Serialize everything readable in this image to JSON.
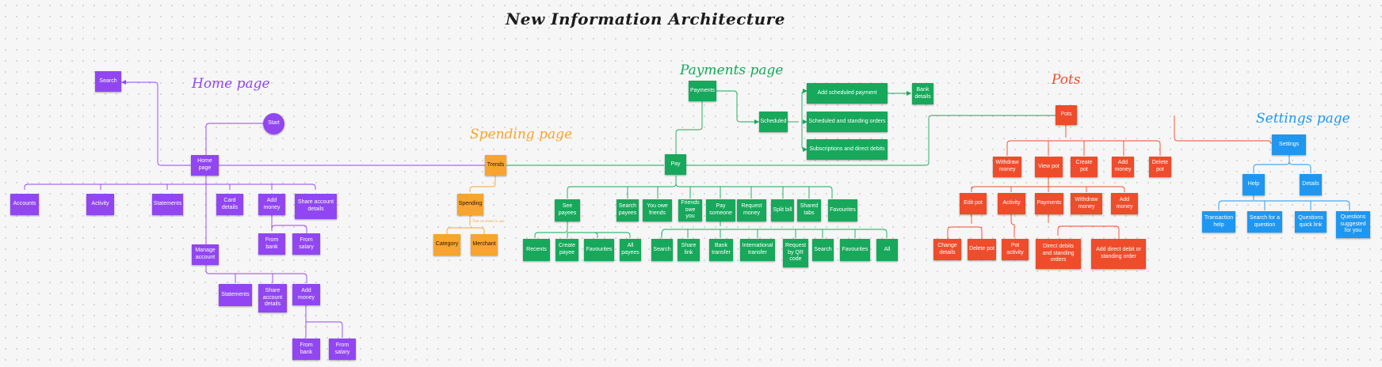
{
  "title": "New Information Architecture",
  "colors": {
    "purple": "#9146f2",
    "orange": "#f8a42e",
    "green": "#17a85b",
    "red": "#ee4c2a",
    "blue": "#1f97f0"
  },
  "sections": {
    "home": "Home page",
    "spending": "Spending page",
    "payments": "Payments page",
    "pots": "Pots",
    "settings": "Settings page"
  },
  "annotation": "Tree no sheet in use",
  "home": {
    "search": "Search",
    "start": "Start",
    "home_page": "Home\npage",
    "accounts": "Accounts",
    "activity": "Activity",
    "statements": "Statements",
    "card_details": "Card\ndetails",
    "add_money": "Add\nmoney",
    "share_account_details": "Share account\ndetails",
    "from_bank": "From\nbank",
    "from_salary": "From\nsalary",
    "manage_account": "Manage\naccount",
    "m_statements": "Statements",
    "m_share": "Share\naccount\ndetails",
    "m_add_money": "Add\nmoney",
    "m_from_bank": "From\nbank",
    "m_from_salary": "From\nsalary"
  },
  "spending": {
    "trends": "Trends",
    "spending": "Spending",
    "category": "Category",
    "merchant": "Merchant"
  },
  "payments": {
    "payments": "Payments",
    "scheduled": "Scheduled",
    "add_scheduled": "Add scheduled payment",
    "bank_details": "Bank\ndetails",
    "scheduled_standing": "Scheduled and standing orders",
    "subscriptions": "Subscriptions and direct debits",
    "pay": "Pay",
    "see_payees": "See\npayees",
    "search_payees": "Search\npayees",
    "you_owe": "You owe\nfriends",
    "friends_owe": "Friends\nowe you",
    "pay_someone": "Pay\nsomeone",
    "request_money": "Request\nmoney",
    "split_bill": "Split bill",
    "shared_tabs": "Shared\ntabs",
    "favourites": "Favourites",
    "recents": "Recents",
    "create_payee": "Create\npayee",
    "p_favourites": "Favourites",
    "all_payees": "All\npayees",
    "search": "Search",
    "share_link": "Share\nlink",
    "bank_transfer": "Bank\ntransfer",
    "international": "International\ntransfer",
    "request_qr": "Request\nby QR\ncode",
    "r_search": "Search",
    "r_favourites": "Favourites",
    "r_all": "All"
  },
  "pots": {
    "pots": "Pots",
    "withdraw": "Withdraw\nmoney",
    "view_pot": "View pot",
    "create_pot": "Create\npot",
    "add_money": "Add\nmoney",
    "delete_pot": "Delete\npot",
    "edit_pot": "Edit pot",
    "activity": "Activity",
    "payments": "Payments",
    "v_withdraw": "Withdraw\nmoney",
    "v_add_money": "Add\nmoney",
    "change_details": "Change\ndetails",
    "e_delete_pot": "Delete pot",
    "pot_activity": "Pot\nactivity",
    "direct_debits": "Direct debits\nand standing\norders",
    "add_direct_debit": "Add direct debit or\nstanding order"
  },
  "settings": {
    "settings": "Settings",
    "help": "Help",
    "details": "Details",
    "transaction_help": "Transaction\nhelp",
    "search_question": "Search for a\nquestion",
    "questions_quick": "Questions\nquick link",
    "questions_suggested": "Questions\nsuggested\nfor you"
  }
}
